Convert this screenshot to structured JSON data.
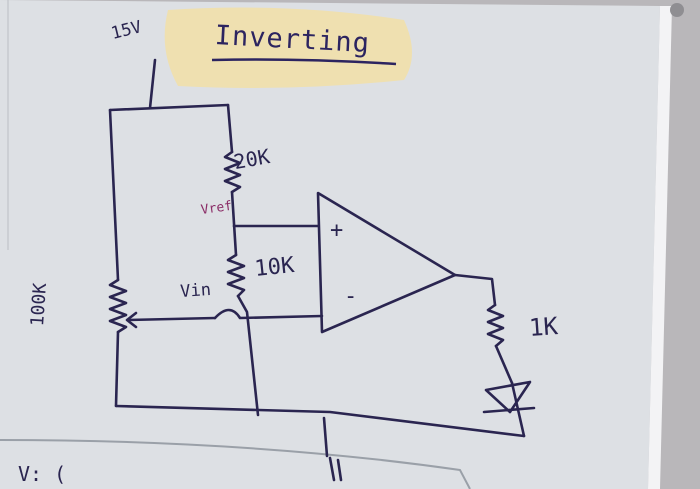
{
  "whiteboard": {
    "title": "Inverting",
    "supply_label": "15V",
    "resistor_top_label": "20K",
    "resistor_mid_label": "10K",
    "potentiometer_label": "100K",
    "vref_label": "Vref",
    "vin_label": "Vin",
    "opamp_plus": "+",
    "opamp_minus": "-",
    "output_resistor_label": "1K",
    "bottom_text": "V: ("
  },
  "colors": {
    "board": "#dcdee2",
    "marker": "#2a2550",
    "vref_marker": "#8a2c66",
    "title_highlight": "#efe0b0",
    "frame": "#b9b7ba"
  }
}
